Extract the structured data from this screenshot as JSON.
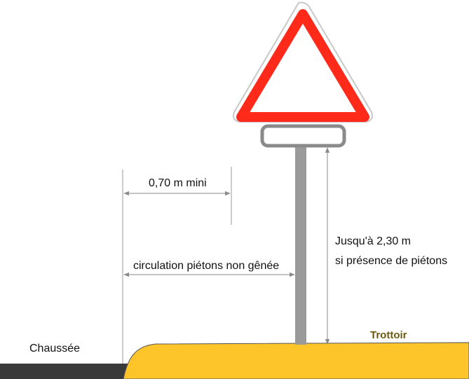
{
  "labels": {
    "min_distance": "0,70 m mini",
    "pedestrian_flow": "circulation piétons non gênée",
    "height_line1": "Jusqu'à 2,30 m",
    "height_line2": "si présence de piétons",
    "roadway": "Chaussée",
    "sidewalk": "Trottoir"
  },
  "colors": {
    "sign_border": "#ff2a1a",
    "post": "#9a9a9a",
    "plate_border": "#8a8a8a",
    "sidewalk_fill": "#fdc52a",
    "roadway_fill": "#3a3a3a",
    "dimension_line": "#9a9a9a"
  }
}
